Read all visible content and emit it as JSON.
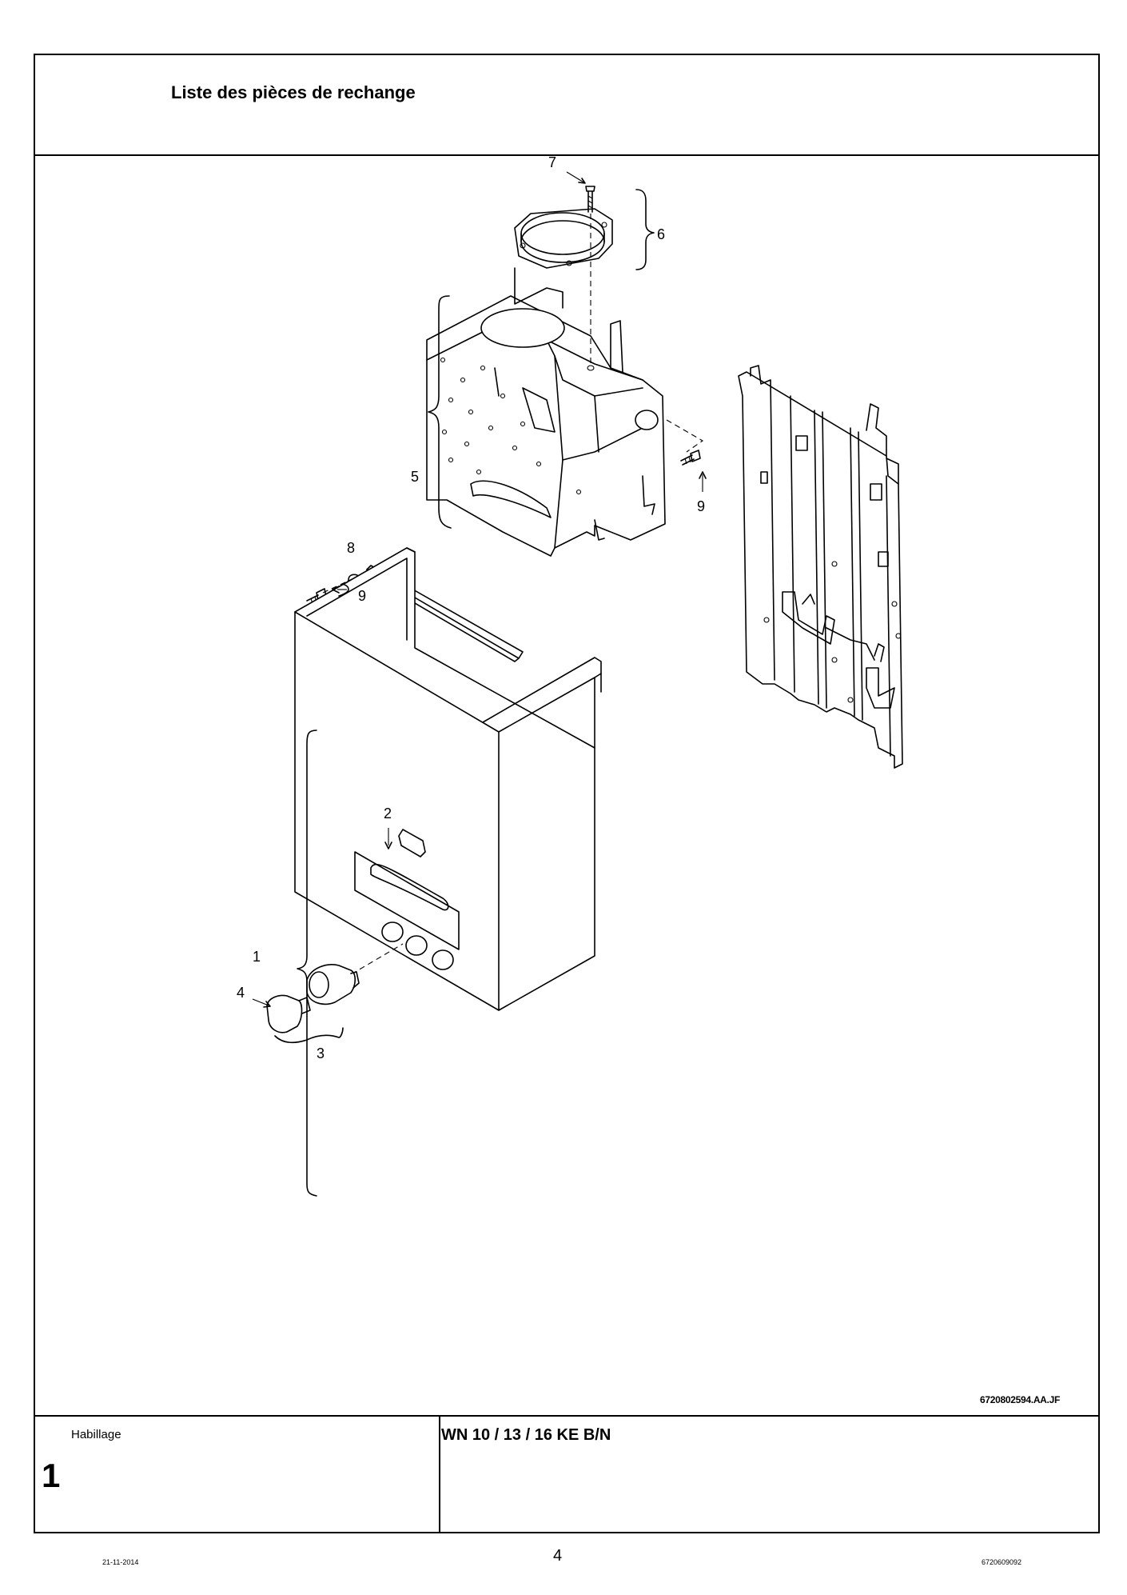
{
  "header": {
    "title": "Liste des pièces de rechange"
  },
  "drawing": {
    "reference": "6720802594.AA.JF",
    "callouts": [
      "1",
      "2",
      "3",
      "4",
      "5",
      "6",
      "7",
      "8",
      "9",
      "9"
    ]
  },
  "info": {
    "section_label": "Habillage",
    "section_number": "1",
    "model": "WN 10 / 13 / 16 KE B/N"
  },
  "footer": {
    "date": "21-11-2014",
    "page": "4",
    "document_ref": "6720609092"
  }
}
